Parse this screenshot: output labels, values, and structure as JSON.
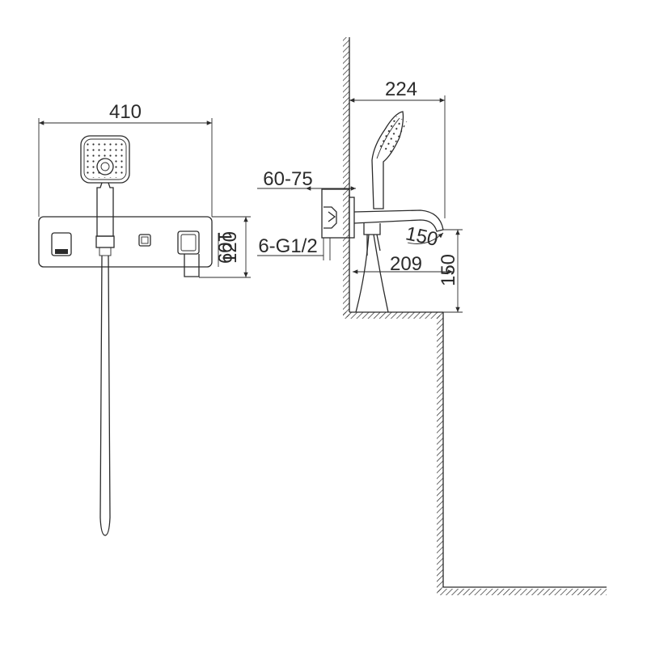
{
  "dimensions": {
    "front_width": "410",
    "front_height_inner": "109",
    "front_height_outer": "120",
    "side_depth": "224",
    "wall_thickness": "60-75",
    "inlet_thread": "6-G1/2",
    "spout_radius": "150",
    "spout_reach": "209",
    "spout_height": "150"
  },
  "colors": {
    "line": "#2b2b2b",
    "background": "#ffffff"
  }
}
